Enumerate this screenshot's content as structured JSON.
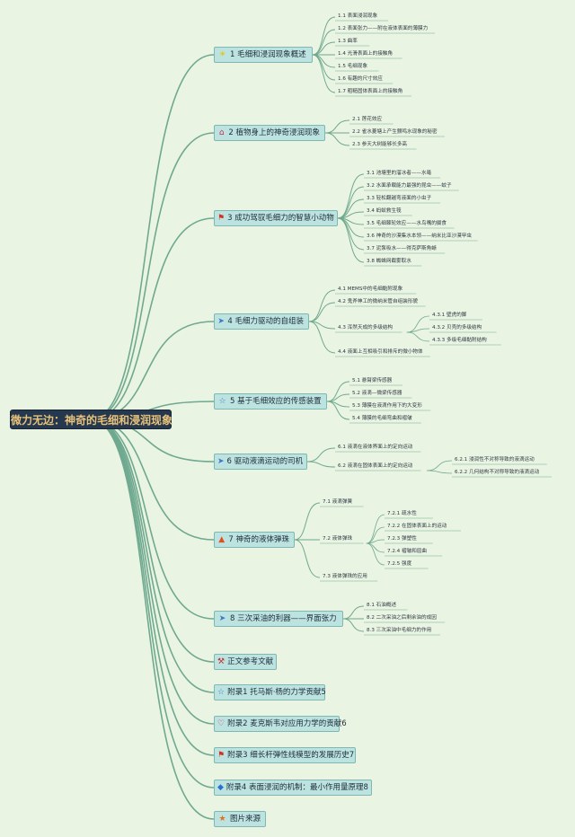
{
  "root": "微力无边：神奇的毛细和浸润现象",
  "branches": [
    {
      "label": "1 毛细和浸润现象概述",
      "icon": "sun-icon",
      "children": [
        {
          "label": "1.1 表面浸润现象"
        },
        {
          "label": "1.2 表面张力——附在液体表面的薄膜力"
        },
        {
          "label": "1.3 曲率"
        },
        {
          "label": "1.4 光滑表面上的接触角"
        },
        {
          "label": "1.5 毛细现象"
        },
        {
          "label": "1.6 有趣的尺寸效应"
        },
        {
          "label": "1.7 粗糙固体表面上的接触角"
        }
      ]
    },
    {
      "label": "2 植物身上的神奇浸润现象",
      "icon": "house-icon",
      "children": [
        {
          "label": "2.1 莲花效应"
        },
        {
          "label": "2.2 雀水菱塘上产生颤鸣水现象的秘密"
        },
        {
          "label": "2.3 参天大树能够长多高"
        }
      ]
    },
    {
      "label": "3 成功驾驭毛细力的智慧小动物",
      "icon": "flag-icon",
      "children": [
        {
          "label": "3.1 池塘里的溜冰者——水黾"
        },
        {
          "label": "3.2 水面承载能力最强的昆虫——蚊子"
        },
        {
          "label": "3.3 轻松翻越弯液面的小虫子"
        },
        {
          "label": "3.4 蚂蚁救生筏"
        },
        {
          "label": "3.5 毛细棘轮效应——水鸟嘴的摄食"
        },
        {
          "label": "3.6 神奇的沙漠集水本领——纳米比亚沙漠甲虫"
        },
        {
          "label": "3.7 泥泵吸水——得克萨斯角蜥"
        },
        {
          "label": "3.8 蜘蛛网截雾取水"
        }
      ]
    },
    {
      "label": "4 毛细力驱动的自组装",
      "icon": "plane-icon",
      "children": [
        {
          "label": "4.1 MEMS中的毛细黏附现象"
        },
        {
          "label": "4.2 鬼斧神工的微纳米管自组装形貌"
        },
        {
          "label": "4.3 浑然天成的多级结构",
          "children": [
            {
              "label": "4.3.1 壁虎的脚"
            },
            {
              "label": "4.3.2 贝壳的多级结构"
            },
            {
              "label": "4.3.3 多级毛细黏附结构"
            }
          ]
        },
        {
          "label": "4.4 液面上互相吸引和排斥的微小物体"
        }
      ]
    },
    {
      "label": "5 基于毛细效应的传感装置",
      "icon": "star-icon",
      "children": [
        {
          "label": "5.1 悬臂梁传感器"
        },
        {
          "label": "5.2 液滴—微梁传感器"
        },
        {
          "label": "5.3 薄膜在液滴作用下的大变形"
        },
        {
          "label": "5.4 薄膜的毛细弯曲和褶皱"
        }
      ]
    },
    {
      "label": "6 驱动液滴运动的司机",
      "icon": "plane-icon",
      "children": [
        {
          "label": "6.1 液滴在液体界面上的定向运动"
        },
        {
          "label": "6.2 液滴在固体表面上的定向运动",
          "children": [
            {
              "label": "6.2.1 浸润性不对称导致的液滴运动"
            },
            {
              "label": "6.2.2 几何结构不对称导致的液滴运动"
            }
          ]
        }
      ]
    },
    {
      "label": "7 神奇的液体弹珠",
      "icon": "fire-icon",
      "children": [
        {
          "label": "7.1 液滴弹簧"
        },
        {
          "label": "7.2 液体弹珠",
          "children": [
            {
              "label": "7.2.1 疏水性"
            },
            {
              "label": "7.2.2 在固体表面上的运动"
            },
            {
              "label": "7.2.3 弹塑性"
            },
            {
              "label": "7.2.4 褶皱和屈曲"
            },
            {
              "label": "7.2.5 强度"
            }
          ]
        },
        {
          "label": "7.3 液体弹珠的应用"
        }
      ]
    },
    {
      "label": "8 三次采油的利器——界面张力",
      "icon": "plane-icon",
      "children": [
        {
          "label": "8.1 石油概述"
        },
        {
          "label": "8.2 二次采油之后剩余油的成因"
        },
        {
          "label": "8.3 三次采油中毛细力的作用"
        }
      ]
    },
    {
      "label": "正文参考文献",
      "icon": "hammer-icon",
      "children": []
    },
    {
      "label": "附录1 托马斯·杨的力学贡献5",
      "icon": "star-icon",
      "children": []
    },
    {
      "label": "附录2 麦克斯韦对应用力学的贡献6",
      "icon": "heart-icon",
      "children": []
    },
    {
      "label": "附录3 细长杆弹性线模型的发展历史7",
      "icon": "flag-icon",
      "children": []
    },
    {
      "label": "附录4 表面浸润的机制：最小作用量原理8",
      "icon": "drop-icon",
      "children": []
    },
    {
      "label": "图片来源",
      "icon": "star-filled-icon",
      "children": []
    }
  ],
  "colors": {
    "background": "#eaf4e2",
    "line": "#6fa98f",
    "node_fill": "#bde3e0",
    "node_border": "#7fb8b2",
    "root_fill": "#25384d",
    "root_text": "#e8c27a"
  }
}
